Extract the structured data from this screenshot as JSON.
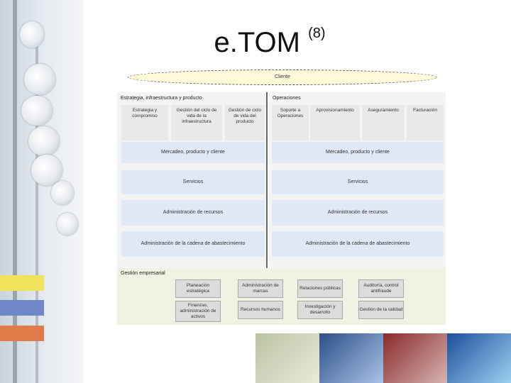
{
  "title": "e.TOM",
  "title_sup": "(8)",
  "cliente": "Cliente",
  "left_section": {
    "header": "Estrategia, infraestructura y producto",
    "columns": [
      "Estrategia y compromiso",
      "Gestión del ciclo de vida de la infraestructura",
      "Gestión de ciclo de vida del producto"
    ],
    "bands": [
      "Mercadeo, producto y cliente",
      "Servicios",
      "Administración de recursos",
      "Administración de la cadena de abastecimiento"
    ]
  },
  "right_section": {
    "header": "Operaciones",
    "columns": [
      "Soporte a Operaciones",
      "Aprovisionamiento",
      "Aseguramiento",
      "Facturación"
    ],
    "bands": [
      "Mercadeo, producto y cliente",
      "Servicios",
      "Administración de recursos",
      "Administración de la cadena de abastecimiento"
    ]
  },
  "gestion": {
    "title": "Gestión empresarial",
    "boxes": [
      "Planeación estratégica",
      "Administración de marcas",
      "Relaciones públicas",
      "Auditoría, control antifraude",
      "Finanzas, administración de activos",
      "Recursos humanos",
      "Investigación y desarrollo",
      "Gestión de la calidad"
    ]
  },
  "colors": {
    "band": "#dfe8f4",
    "gestion_bg": "#eef3e3",
    "cliente_fill": "#fffad9"
  }
}
